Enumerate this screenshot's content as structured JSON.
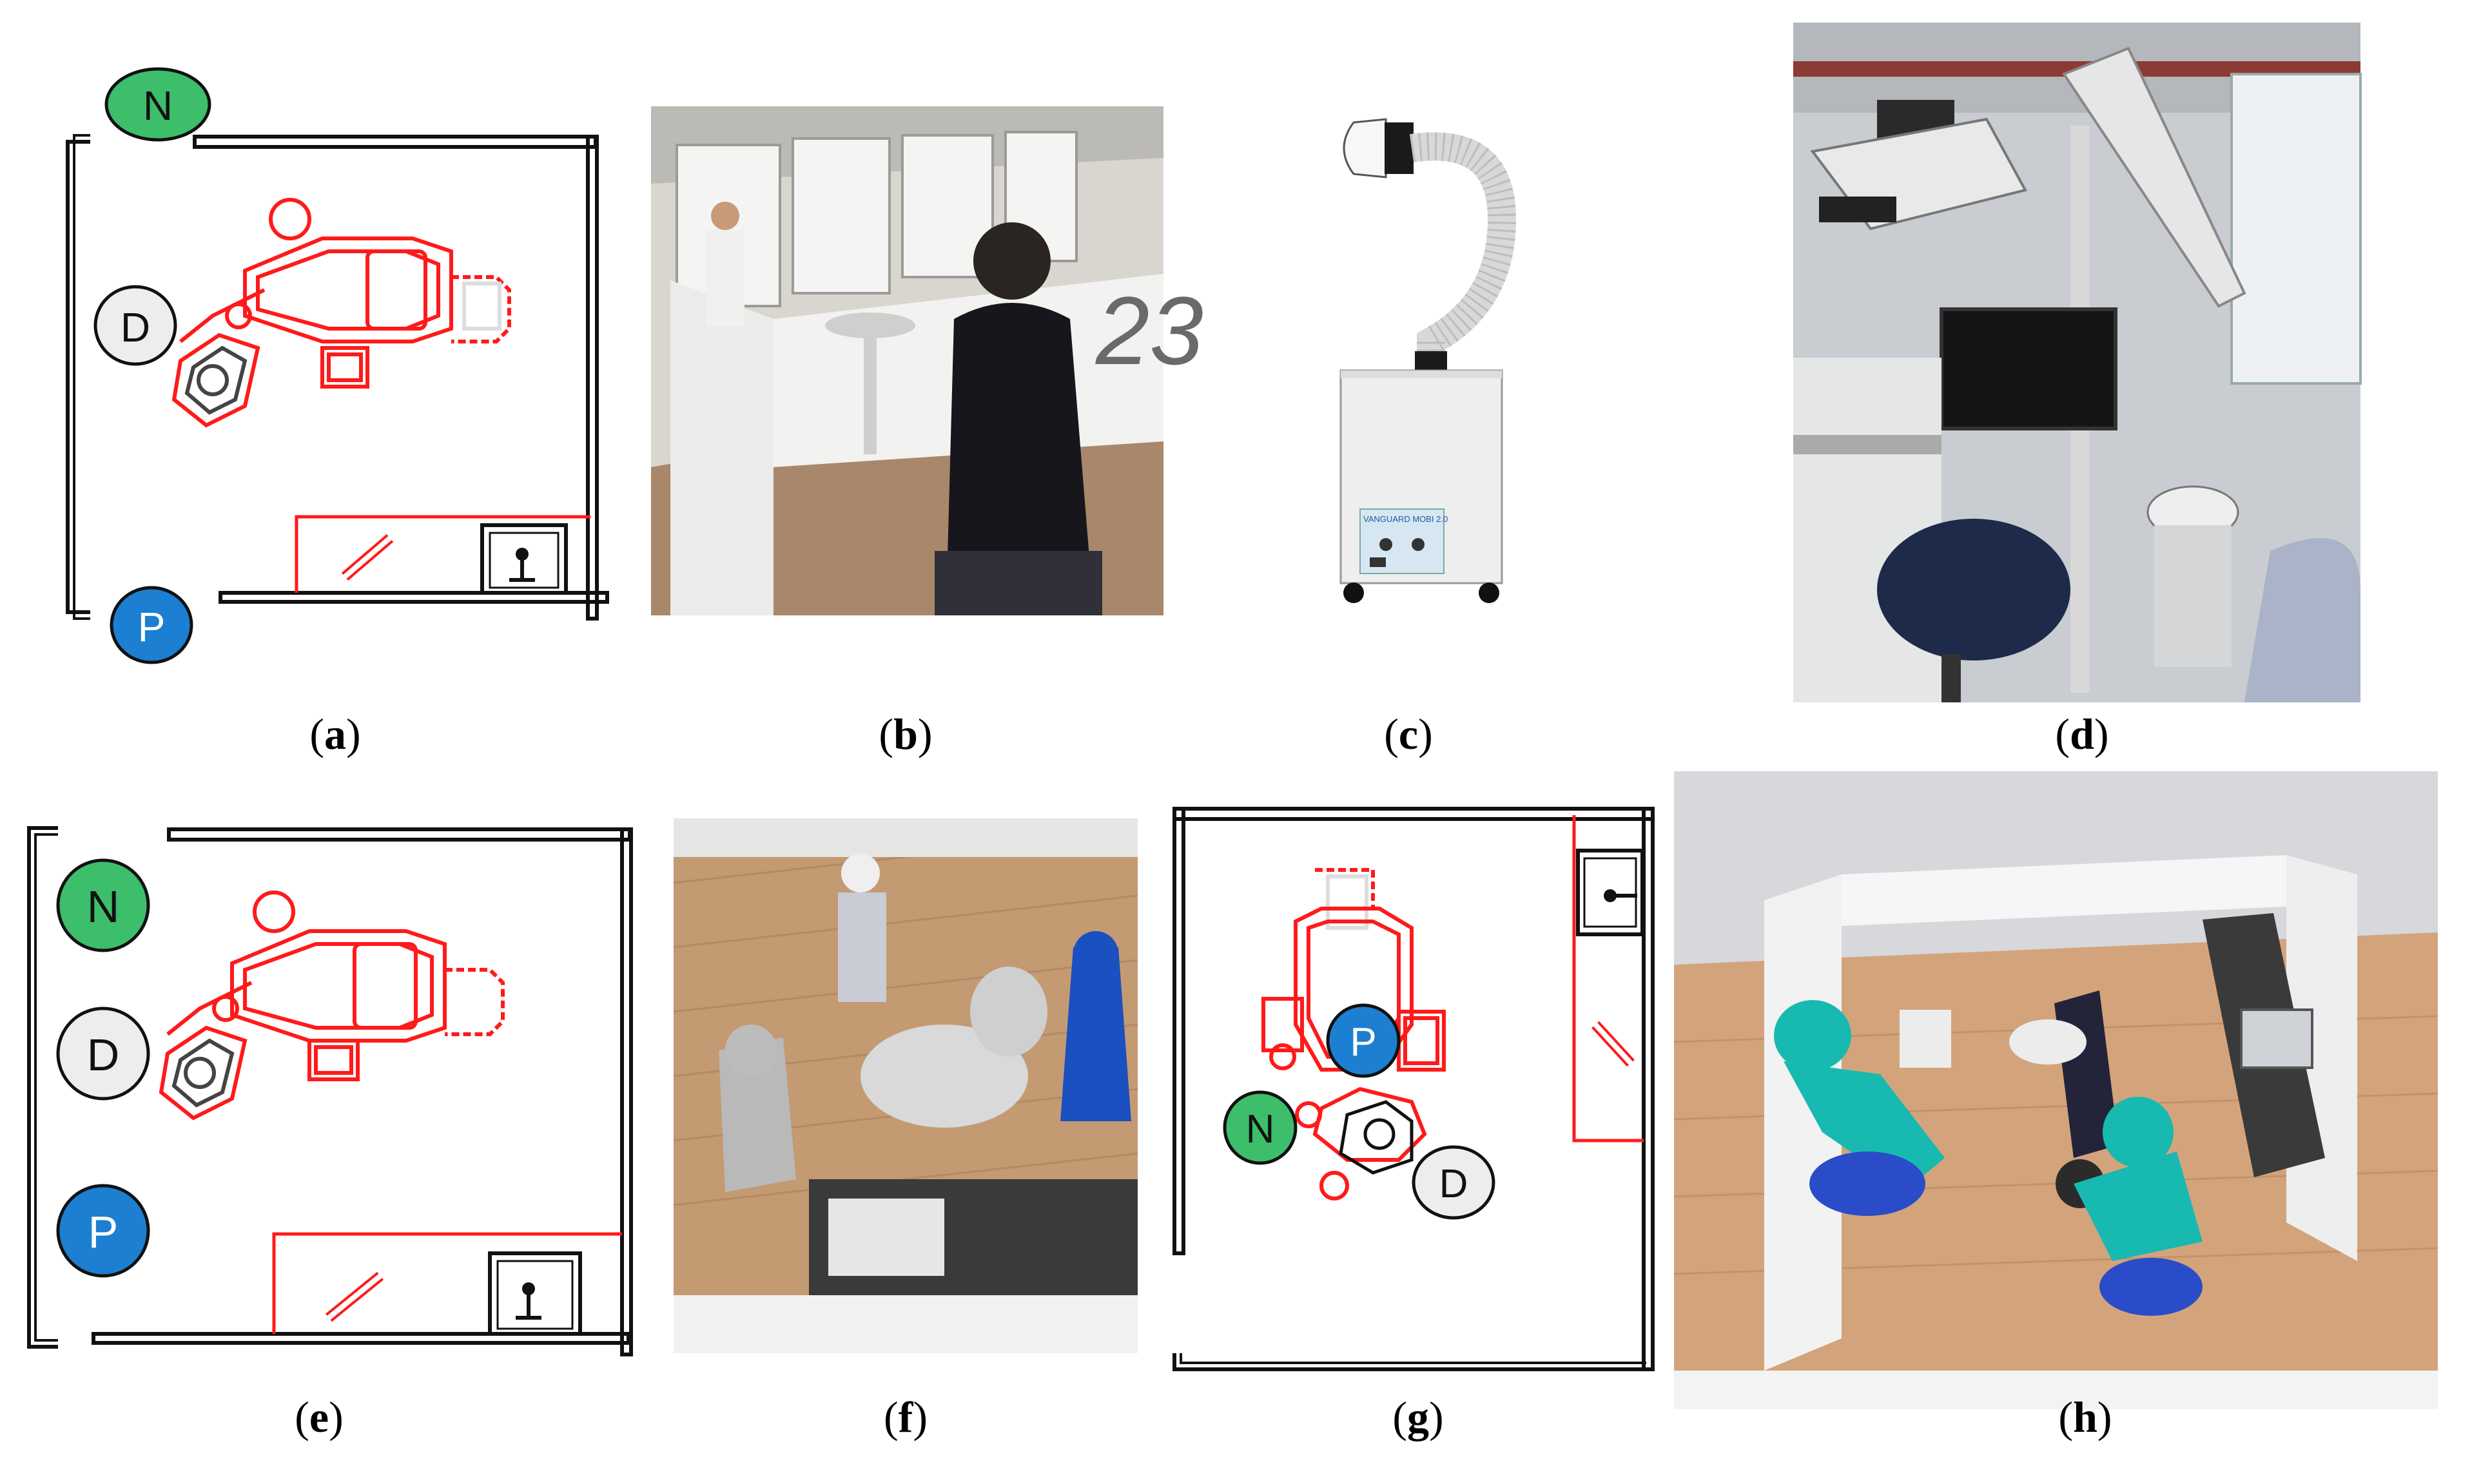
{
  "markers": {
    "nurse": "N",
    "dentist": "D",
    "patient": "P"
  },
  "captions": [
    {
      "letter": "a"
    },
    {
      "letter": "b"
    },
    {
      "letter": "c"
    },
    {
      "letter": "d"
    },
    {
      "letter": "e"
    },
    {
      "letter": "f"
    },
    {
      "letter": "g"
    },
    {
      "letter": "h"
    }
  ],
  "device_label": "VANGUARD MOBI 2.0",
  "room_sign": "23",
  "colors": {
    "nurse": "#3dbe6a",
    "dentist": "#ededed",
    "patient": "#1c7fd1",
    "chair_outline": "#ff1a1a",
    "wall": "#111111"
  }
}
